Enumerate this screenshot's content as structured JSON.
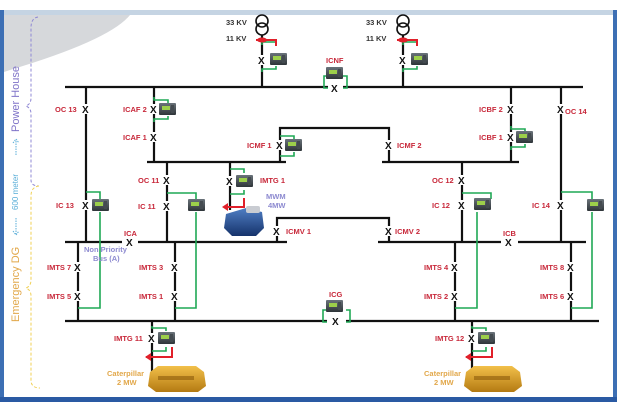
{
  "diagram": {
    "type": "single-line electrical distribution diagram",
    "colors": {
      "bus_line": "#111111",
      "control_wire": "#1fa855",
      "trip_wire": "#e0202a",
      "label_red": "#c8283a",
      "power_house_label": "#7f73c8",
      "distance_label": "#5aaed8",
      "emergency_dg_label": "#e2a84b",
      "frame_blue": "#3d6fb4"
    },
    "side_labels": {
      "power_house": "Power House",
      "distance": "600 meter",
      "emergency_dg": "Emergency DG"
    },
    "transformers": [
      {
        "id": "T1",
        "primary": "33 KV",
        "secondary": "11 KV"
      },
      {
        "id": "T2",
        "primary": "33 KV",
        "secondary": "11 KV"
      }
    ],
    "breakers": {
      "tx1": "X",
      "tx2": "X",
      "icnf": {
        "label": "ICNF",
        "mark": "X"
      },
      "oc13": {
        "label": "OC 13",
        "mark": "X"
      },
      "icaf2": {
        "label": "ICAF 2",
        "mark": "X"
      },
      "icaf1": {
        "label": "ICAF 1",
        "mark": "X"
      },
      "icbf2": {
        "label": "ICBF 2",
        "mark": "X"
      },
      "icbf1": {
        "label": "ICBF 1",
        "mark": "X"
      },
      "oc14": {
        "label": "OC 14",
        "mark": "X"
      },
      "icmf1": {
        "label": "ICMF 1",
        "mark": "X"
      },
      "icmf2": {
        "label": "ICMF 2",
        "mark": "X"
      },
      "oc11": {
        "label": "OC 11",
        "mark": "X"
      },
      "imtg1": {
        "label": "IMTG 1",
        "mark": "X"
      },
      "oc12": {
        "label": "OC 12",
        "mark": "X"
      },
      "ic13": {
        "label": "IC 13",
        "mark": "X"
      },
      "ic11": {
        "label": "IC 11",
        "mark": "X"
      },
      "ic12": {
        "label": "IC 12",
        "mark": "X"
      },
      "ic14": {
        "label": "IC 14",
        "mark": "X"
      },
      "ica": {
        "label": "ICA",
        "mark": "X"
      },
      "icb": {
        "label": "ICB",
        "mark": "X"
      },
      "icmv1": {
        "label": "ICMV 1",
        "mark": "X"
      },
      "icmv2": {
        "label": "ICMV 2",
        "mark": "X"
      },
      "imts7": {
        "label": "IMTS 7",
        "mark": "X"
      },
      "imts5": {
        "label": "IMTS 5",
        "mark": "X"
      },
      "imts3": {
        "label": "IMTS 3",
        "mark": "X"
      },
      "imts1": {
        "label": "IMTS 1",
        "mark": "X"
      },
      "imts4": {
        "label": "IMTS 4",
        "mark": "X"
      },
      "imts2": {
        "label": "IMTS 2",
        "mark": "X"
      },
      "imts8": {
        "label": "IMTS 8",
        "mark": "X"
      },
      "imts6": {
        "label": "IMTS 6",
        "mark": "X"
      },
      "icg": {
        "label": "ICG",
        "mark": "X"
      },
      "imtg11": {
        "label": "IMTG 11",
        "mark": "X"
      },
      "imtg12": {
        "label": "IMTG 12",
        "mark": "X"
      }
    },
    "bus_notes": {
      "non_priority_line1": "Non Priority",
      "non_priority_line2": "Bus (A)"
    },
    "generators": {
      "mwm": {
        "line1": "MWM",
        "line2": "4MW"
      },
      "cat11": {
        "line1": "Caterpillar",
        "line2": "2 MW"
      },
      "cat12": {
        "line1": "Caterpillar",
        "line2": "2 MW"
      }
    }
  }
}
